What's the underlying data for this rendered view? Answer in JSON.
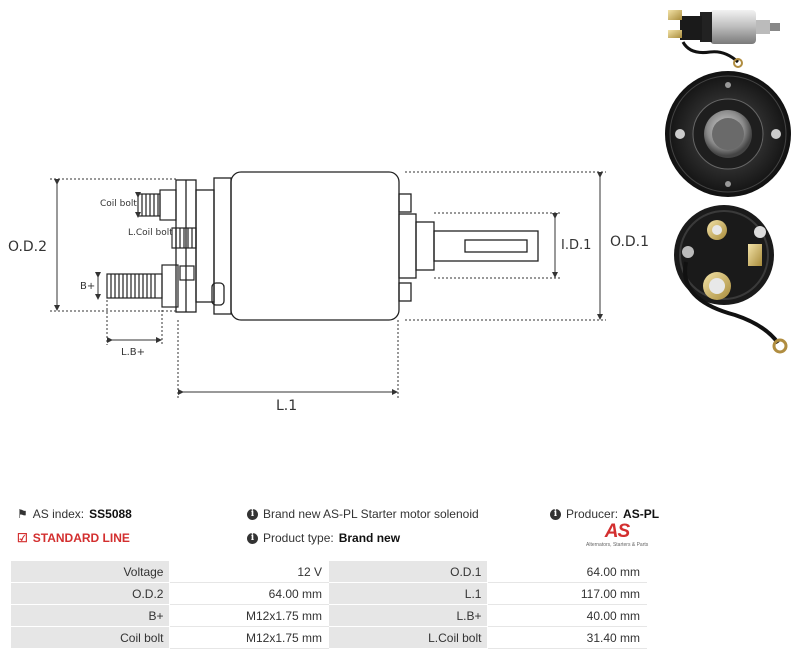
{
  "diagram": {
    "labels": {
      "od2": "O.D.2",
      "od1": "O.D.1",
      "id1": "I.D.1",
      "l1": "L.1",
      "lbplus": "L.B+",
      "bplus": "B+",
      "coil_bolt": "Coil bolt",
      "lcoil_bolt": "L.Coil bolt"
    }
  },
  "info": {
    "as_index_label": "AS index:",
    "as_index_value": "SS5088",
    "line": "STANDARD LINE",
    "description": "Brand new AS-PL Starter motor solenoid",
    "product_type_label": "Product type:",
    "product_type_value": "Brand new",
    "producer_label": "Producer:",
    "producer_value": "AS-PL"
  },
  "logo": {
    "mark": "AS",
    "tagline": "Alternators, Starters & Parts"
  },
  "specs": [
    {
      "k1": "Voltage",
      "v1": "12 V",
      "k2": "O.D.1",
      "v2": "64.00 mm"
    },
    {
      "k1": "O.D.2",
      "v1": "64.00 mm",
      "k2": "L.1",
      "v2": "117.00 mm"
    },
    {
      "k1": "B+",
      "v1": "M12x1.75 mm",
      "k2": "L.B+",
      "v2": "40.00 mm"
    },
    {
      "k1": "Coil bolt",
      "v1": "M12x1.75 mm",
      "k2": "L.Coil bolt",
      "v2": "31.40 mm"
    }
  ]
}
